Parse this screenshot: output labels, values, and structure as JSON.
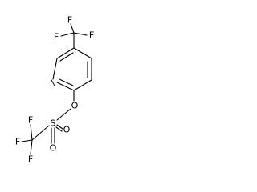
{
  "molecule": {
    "atoms": {
      "f_top_left": "F",
      "f_top_mid": "F",
      "f_top_right": "F",
      "n_ring": "N",
      "o_ester": "O",
      "s_sulfonyl": "S",
      "o_sulfonyl_right": "O",
      "o_sulfonyl_bottom": "O",
      "f_bottom_left": "F",
      "f_bottom_top": "F",
      "f_bottom_bottom": "F"
    }
  },
  "colors": {
    "ink": "#000000",
    "background": "#ffffff"
  }
}
